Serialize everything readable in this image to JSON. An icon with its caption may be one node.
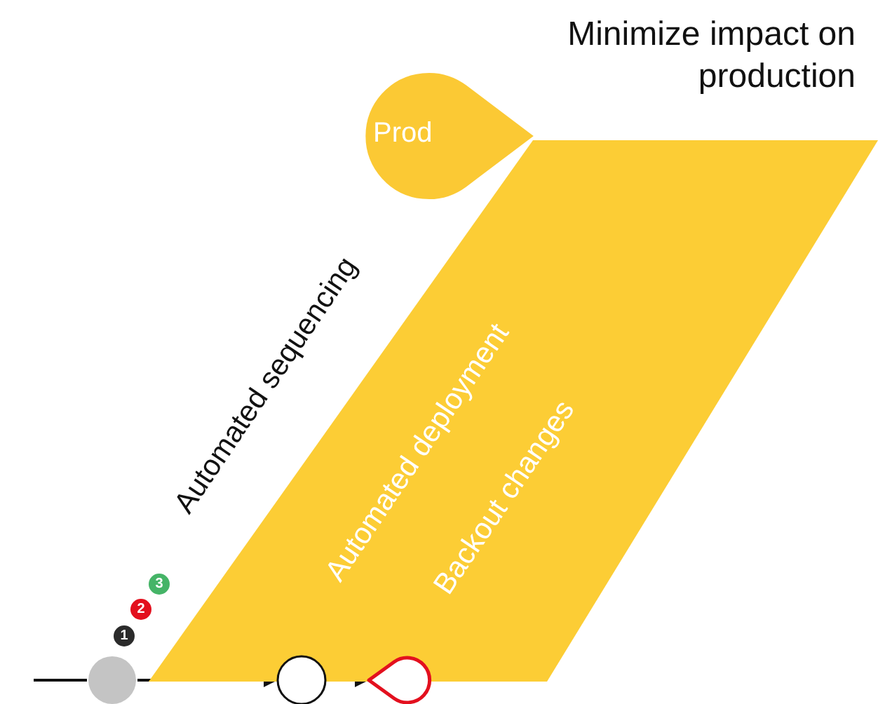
{
  "diagram": {
    "title": "Minimize impact on production",
    "nodes": [
      {
        "text": [
          "Automated deployment",
          "Backout changes"
        ]
      },
      {
        "text": [
          "Prod"
        ]
      },
      {
        "text": [],
        "shape": "circle"
      },
      {
        "text": [],
        "shape": "circle"
      },
      {
        "text": [],
        "shape": "teardrop"
      }
    ],
    "edges": [
      {
        "from": null,
        "to": 2,
        "arrow": "none"
      },
      {
        "from": 2,
        "to": 3,
        "arrow": "to"
      },
      {
        "from": 3,
        "to": 4,
        "arrow": "to"
      }
    ],
    "labels": [
      "Automated sequencing",
      "1",
      "2",
      "3"
    ]
  }
}
